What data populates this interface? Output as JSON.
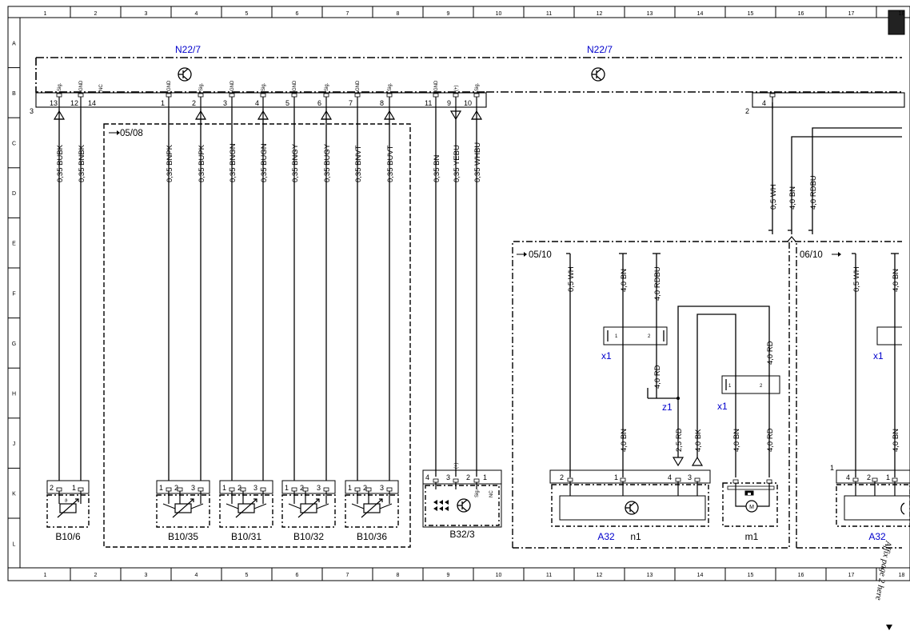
{
  "frame": {
    "columns": [
      "1",
      "2",
      "3",
      "4",
      "5",
      "6",
      "7",
      "8",
      "9",
      "10",
      "11",
      "12",
      "13",
      "14",
      "15",
      "16",
      "17",
      "18"
    ],
    "rows": [
      "A",
      "B",
      "C",
      "D",
      "E",
      "F",
      "G",
      "H",
      "J",
      "K",
      "L"
    ]
  },
  "connector": {
    "module_label": "N22/7",
    "left_block_pin": "3",
    "right_block_pin": "2",
    "pin_groups": [
      {
        "pins": [
          "13",
          "12",
          "14"
        ],
        "tags": [
          "Sig.",
          "GND",
          "NC"
        ]
      },
      {
        "pins": [
          "1",
          "2",
          "3",
          "4",
          "5",
          "6",
          "7",
          "8"
        ],
        "tags": [
          "GND",
          "Sig.",
          "GND",
          "Sig.",
          "GND",
          "Sig.",
          "GND",
          "Sig."
        ]
      },
      {
        "pins": [
          "11",
          "9",
          "10"
        ],
        "tags": [
          "GND",
          "(+)",
          "Sig."
        ]
      },
      {
        "pins": [
          "4"
        ],
        "tags": []
      }
    ]
  },
  "sensor_wires": [
    "0,35 BUBK",
    "0,35 BNBK",
    "0,35 BNPK",
    "0,35 BUPK",
    "0,35 BNGN",
    "0,35 BUGN",
    "0,35 BNGY",
    "0,35 BUGY",
    "0,35 BNVT",
    "0,35 BUVT",
    "0,35 BN",
    "0,35 YEBU",
    "0,35 WHBU"
  ],
  "feed_wires": [
    "0,5 WH",
    "4,0 BN",
    "4,0 RDBU"
  ],
  "sections": [
    {
      "ref": "05/08"
    },
    {
      "ref": "05/10"
    },
    {
      "ref": "06/10"
    }
  ],
  "section_wires": {
    "top": [
      "0,5 WH",
      "4,0 BN",
      "4,0 RDBU"
    ],
    "middle": [
      "4,0 RD",
      "4,0 RD"
    ],
    "lower": [
      "4,0 BN",
      "2,5 RD",
      "4,0 BK",
      "4,0 BN",
      "4,0 RD"
    ],
    "right_top": [
      "0,5 WH",
      "4,0 BN"
    ],
    "right_lower": [
      "4,0 BN"
    ]
  },
  "connector_labels": {
    "x1": "x1",
    "z1": "z1",
    "right_x1": "x1"
  },
  "x1_pins": [
    "1",
    "2"
  ],
  "x1b_pins": [
    "1",
    "2"
  ],
  "components": [
    {
      "name": "B10/6",
      "pins": [
        "2",
        "1"
      ]
    },
    {
      "name": "B10/35",
      "pins": [
        "1",
        "2",
        "3"
      ]
    },
    {
      "name": "B10/31",
      "pins": [
        "1",
        "2",
        "3"
      ]
    },
    {
      "name": "B10/32",
      "pins": [
        "1",
        "2",
        "3"
      ]
    },
    {
      "name": "B10/36",
      "pins": [
        "1",
        "2",
        "3"
      ]
    },
    {
      "name": "B32/3",
      "pins": [
        "4",
        "3",
        "2",
        "1"
      ],
      "tags": [
        "(+)",
        "Sig.",
        "NC"
      ]
    },
    {
      "name": "A32",
      "sub": "n1",
      "pins": [
        "2",
        "1",
        "4",
        "3"
      ]
    },
    {
      "name": "m1",
      "label": "M"
    },
    {
      "name": "A32",
      "pins": [
        "1",
        "4",
        "2",
        "1"
      ]
    }
  ],
  "sensor_symbol": "ϑ",
  "page_note": "Affix page 2 here"
}
